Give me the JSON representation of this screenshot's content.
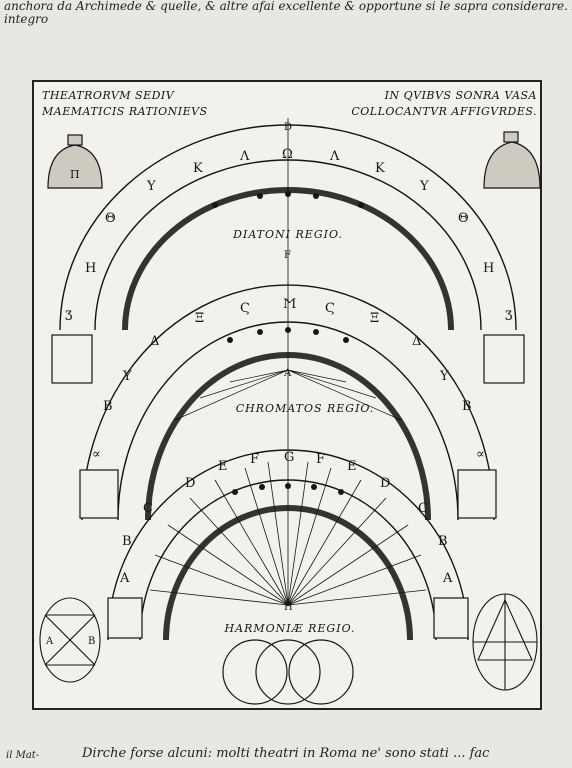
{
  "header": {
    "line1": "anchora da Archimede & quelle, & altre afai excellente & opportune si le sapra considerare. Et",
    "line2": "integro"
  },
  "plate": {
    "title_left_1": "THEATRORVM SEDIV",
    "title_right_1": "IN QVIBVS SONRA VASA",
    "title_left_2": "MAEMATICIS RATIONIEVS",
    "title_right_2": "COLLOCANTVR AFFIGVRDES."
  },
  "regions": {
    "diatoni": "DIATONI REGIO.",
    "chromatos": "CHROMATOS REGIO.",
    "harmoniae": "HARMONIÆ REGIO."
  },
  "arcs": {
    "outer": [
      "H",
      "Θ",
      "Υ",
      "Κ",
      "Λ",
      "Ω",
      "Λ",
      "Κ",
      "Υ",
      "Θ",
      "H"
    ],
    "middle": [
      "Β",
      "Υ",
      "Δ",
      "Ξ",
      "Ϛ",
      "Ϻ",
      "Ϛ",
      "Ξ",
      "Δ",
      "Υ",
      "Β"
    ],
    "inner": [
      "B",
      "C",
      "D",
      "E",
      "F",
      "G",
      "F",
      "E",
      "D",
      "C",
      "B"
    ]
  },
  "side_letters": {
    "outer_left": "Ʒ",
    "outer_right": "Ʒ",
    "middle_left": "∝",
    "middle_right": "∝",
    "inner_left": "A",
    "inner_right": "A"
  },
  "axis_letters": {
    "top": "D",
    "mid": "F",
    "inner_top": "A",
    "bottom": "H"
  },
  "corner_figures": {
    "left_label": "A",
    "left_label2": "B",
    "bell_left_label": "Π"
  },
  "footer": {
    "margin_note": "il Mat-",
    "text": "Dirche forse alcuni: molti theatri in Roma ne' sono stati ... fac"
  }
}
